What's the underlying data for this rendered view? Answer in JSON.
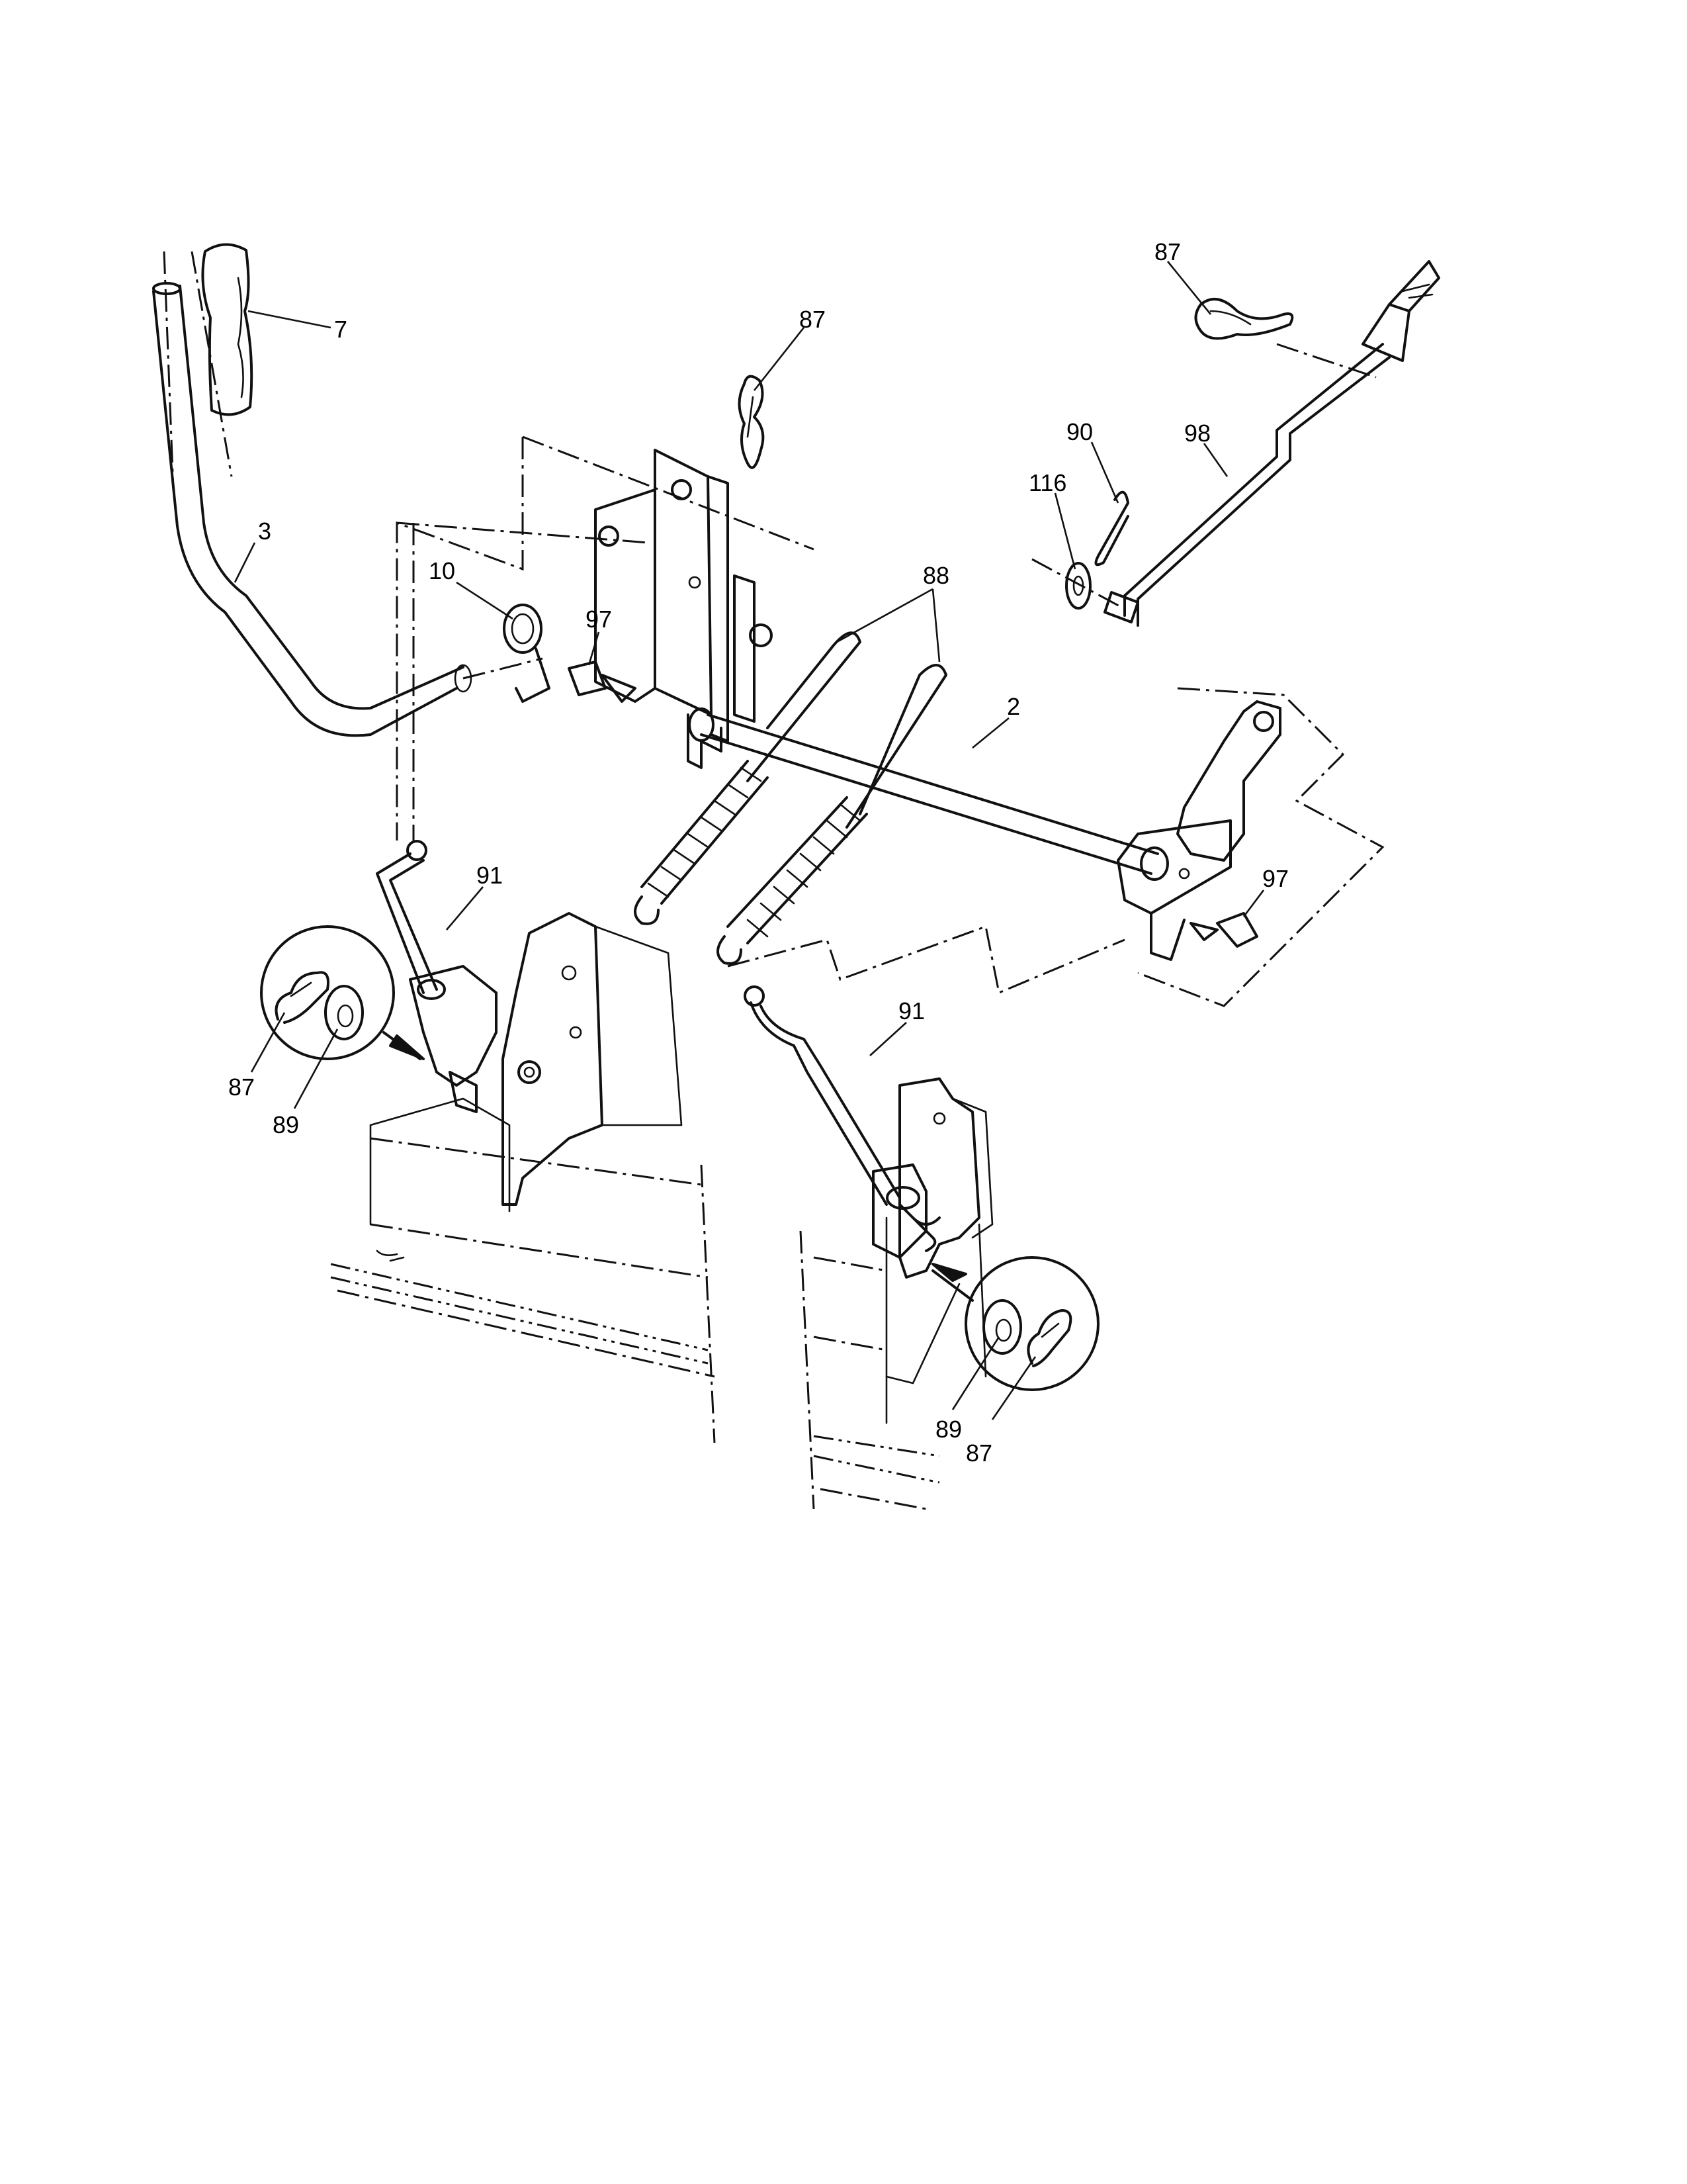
{
  "callouts": {
    "c7": "7",
    "c3": "3",
    "c87_top": "87",
    "c87_right": "87",
    "c90": "90",
    "c98": "98",
    "c116": "116",
    "c10": "10",
    "c97_left": "97",
    "c88": "88",
    "c2": "2",
    "c97_right": "97",
    "c91_left": "91",
    "c91_right": "91",
    "c87_left": "87",
    "c89_left": "89",
    "c89_right": "89",
    "c87_bottom": "87"
  }
}
